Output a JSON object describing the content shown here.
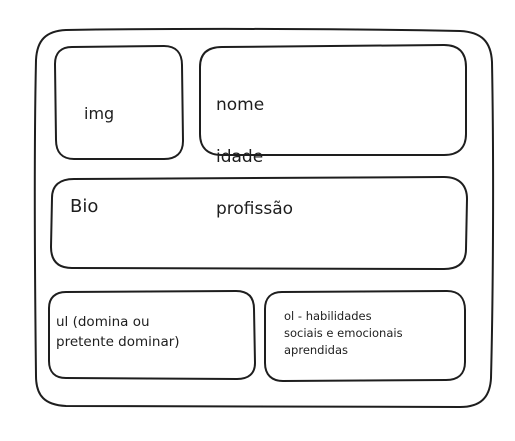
{
  "wireframe": {
    "image_box": {
      "label": "img"
    },
    "info_box": {
      "lines": [
        "nome",
        "idade",
        "profissão"
      ]
    },
    "bio_box": {
      "label": "Bio"
    },
    "skills_box": {
      "label": "ul (domina ou\npretente dominar)"
    },
    "soft_skills_box": {
      "label": "ol - habilidades\nsociais e emocionais\naprendidas"
    }
  }
}
